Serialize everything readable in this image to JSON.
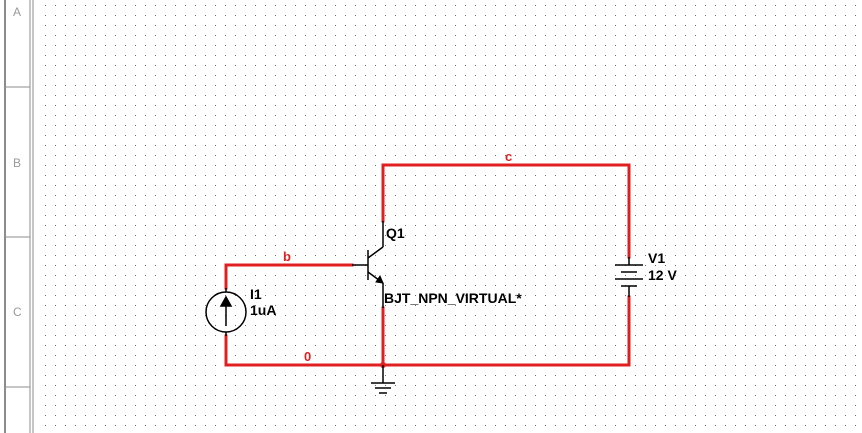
{
  "sheet": {
    "row_labels": [
      "A",
      "B",
      "C"
    ]
  },
  "colors": {
    "wire": "#e02020",
    "net_label": "#e02020",
    "component": "#000000",
    "grid_dot": "#6a6a6a",
    "border": "#8c8c8c"
  },
  "nets": {
    "collector": "c",
    "base": "b",
    "ground": "0"
  },
  "components": {
    "transistor": {
      "ref": "Q1",
      "model": "BJT_NPN_VIRTUAL*"
    },
    "current_source": {
      "ref": "I1",
      "value": "1uA"
    },
    "voltage_source": {
      "ref": "V1",
      "value": "12 V"
    }
  },
  "icons": {
    "ground": "ground-icon",
    "transistor": "npn-transistor-icon",
    "current_source": "current-source-icon",
    "battery": "dc-voltage-source-icon"
  }
}
